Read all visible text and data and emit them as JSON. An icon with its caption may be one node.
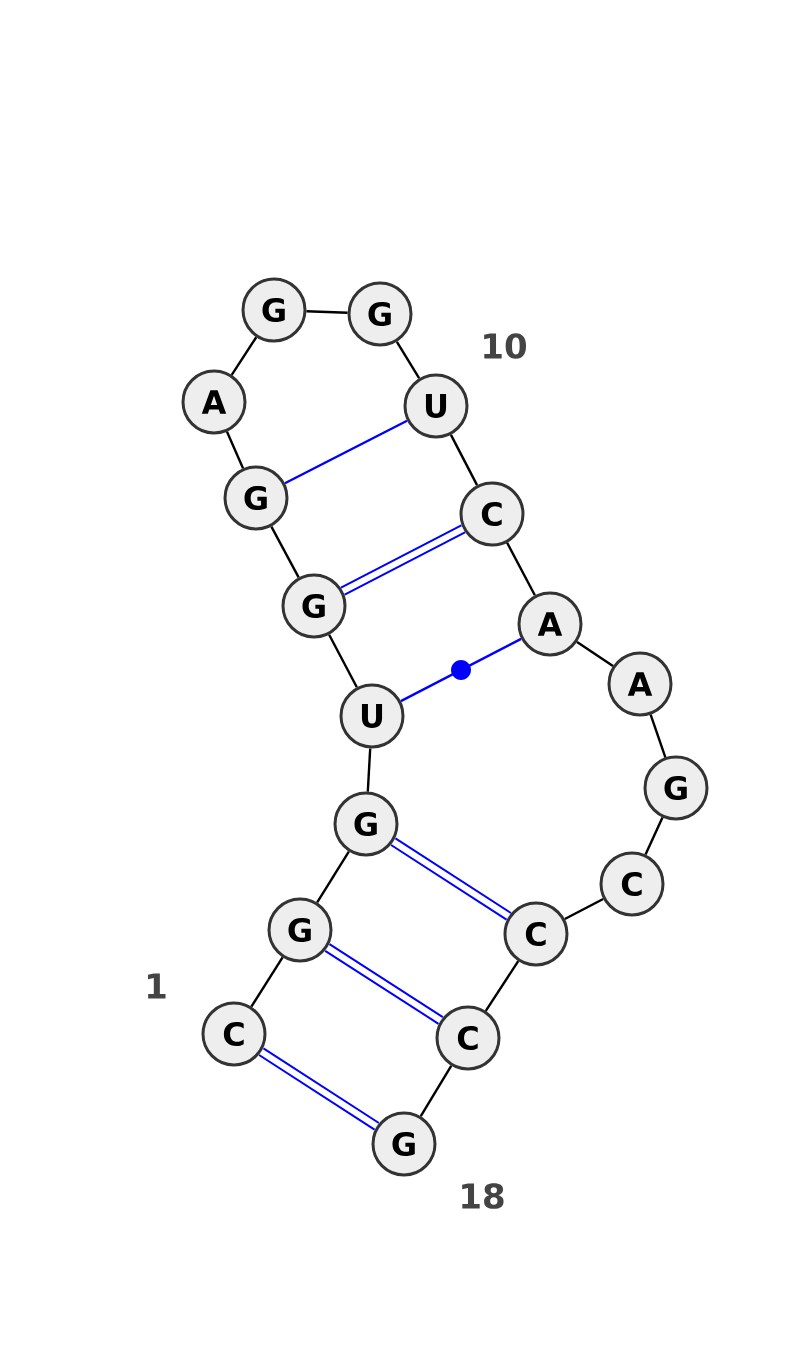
{
  "diagram": {
    "nodes": [
      {
        "text": [
          "C"
        ]
      },
      {
        "text": [
          "G"
        ]
      },
      {
        "text": [
          "G"
        ]
      },
      {
        "text": [
          "U"
        ]
      },
      {
        "text": [
          "G"
        ]
      },
      {
        "text": [
          "G"
        ]
      },
      {
        "text": [
          "A"
        ]
      },
      {
        "text": [
          "G"
        ]
      },
      {
        "text": [
          "G"
        ]
      },
      {
        "text": [
          "U"
        ]
      },
      {
        "text": [
          "C"
        ]
      },
      {
        "text": [
          "A"
        ]
      },
      {
        "text": [
          "A"
        ]
      },
      {
        "text": [
          "G"
        ]
      },
      {
        "text": [
          "C"
        ]
      },
      {
        "text": [
          "C"
        ]
      },
      {
        "text": [
          "C"
        ]
      },
      {
        "text": [
          "G"
        ]
      }
    ],
    "edges": [
      {
        "from": 0,
        "to": 1,
        "arrow": "none"
      },
      {
        "from": 1,
        "to": 2,
        "arrow": "none"
      },
      {
        "from": 2,
        "to": 3,
        "arrow": "none"
      },
      {
        "from": 3,
        "to": 4,
        "arrow": "none"
      },
      {
        "from": 4,
        "to": 5,
        "arrow": "none"
      },
      {
        "from": 5,
        "to": 6,
        "arrow": "none"
      },
      {
        "from": 6,
        "to": 7,
        "arrow": "none"
      },
      {
        "from": 7,
        "to": 8,
        "arrow": "none"
      },
      {
        "from": 8,
        "to": 9,
        "arrow": "none"
      },
      {
        "from": 9,
        "to": 10,
        "arrow": "none"
      },
      {
        "from": 10,
        "to": 11,
        "arrow": "none"
      },
      {
        "from": 11,
        "to": 12,
        "arrow": "none"
      },
      {
        "from": 12,
        "to": 13,
        "arrow": "none"
      },
      {
        "from": 13,
        "to": 14,
        "arrow": "none"
      },
      {
        "from": 14,
        "to": 15,
        "arrow": "none"
      },
      {
        "from": 15,
        "to": 16,
        "arrow": "none"
      },
      {
        "from": 16,
        "to": 17,
        "arrow": "none"
      },
      {
        "from": 0,
        "to": 17,
        "arrow": "none",
        "style": "thick",
        "color": "#0000ff"
      },
      {
        "from": 1,
        "to": 16,
        "arrow": "none",
        "style": "thick",
        "color": "#0000ff"
      },
      {
        "from": 2,
        "to": 15,
        "arrow": "none",
        "style": "thick",
        "color": "#0000ff"
      },
      {
        "from": 3,
        "to": 11,
        "arrow": "none",
        "color": "#0000ff"
      },
      {
        "from": 4,
        "to": 10,
        "arrow": "none",
        "style": "thick",
        "color": "#0000ff"
      },
      {
        "from": 5,
        "to": 9,
        "arrow": "none",
        "color": "#0000ff"
      }
    ],
    "labels": [
      "1",
      "10",
      "18"
    ]
  }
}
